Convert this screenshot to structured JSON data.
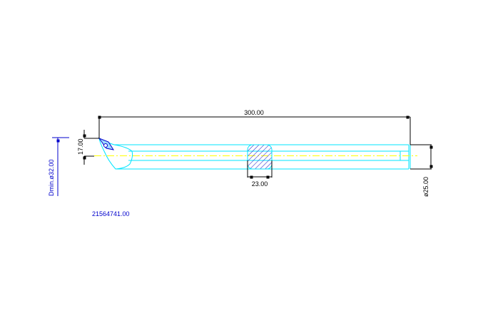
{
  "drawing": {
    "overall_length_label": "300.00",
    "shank_diameter_label": "ø25.00",
    "section_width_label": "23.00",
    "offset_label": "17.00",
    "min_bore_label": "Dmin.ø32.00",
    "part_number": "21564741.00"
  },
  "colors": {
    "outline": "#00e5ff",
    "centerline": "#ffff00",
    "dimension": "#000000",
    "annotation": "#0000cc",
    "hatch": "#3333cc"
  }
}
